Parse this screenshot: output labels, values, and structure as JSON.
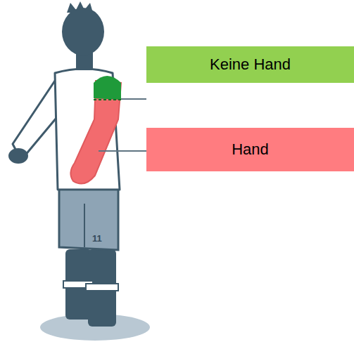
{
  "diagram": {
    "nodes": [
      {
        "text": [
          "Keine Hand"
        ]
      },
      {
        "text": [
          "Hand"
        ]
      }
    ],
    "labels": [
      "11"
    ]
  }
}
